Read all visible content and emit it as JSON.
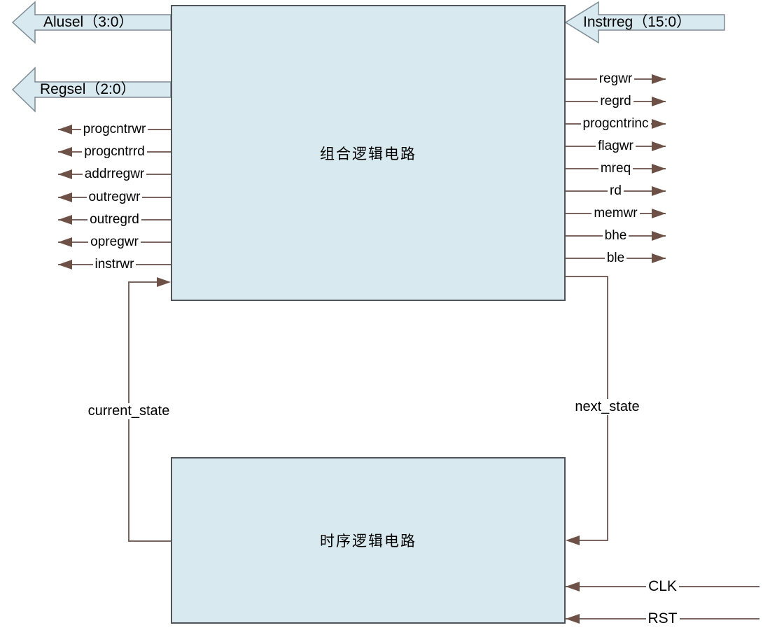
{
  "colors": {
    "box_fill": "#d8e9f0",
    "box_border": "#4f555a",
    "bus_fill": "#d8e9f0",
    "bus_border": "#7d8c94",
    "wire": "#7a645e",
    "arrowhead": "#6d5147",
    "text": "#000000"
  },
  "boxes": {
    "combinational": "组合逻辑电路",
    "sequential": "时序逻辑电路"
  },
  "bus_arrows": {
    "alusel": "Alusel（3:0）",
    "regsel": "Regsel（2:0）",
    "instrreg": "Instrreg（15:0）"
  },
  "left_signals": [
    "progcntrwr",
    "progcntrrd",
    "addrregwr",
    "outregwr",
    "outregrd",
    "opregwr",
    "instrwr"
  ],
  "right_signals": [
    "regwr",
    "regrd",
    "progcntrinc",
    "flagwr",
    "mreq",
    "rd",
    "memwr",
    "bhe",
    "ble"
  ],
  "state_labels": {
    "current": "current_state",
    "next": "next_state"
  },
  "clock_signals": [
    "CLK",
    "RST"
  ]
}
